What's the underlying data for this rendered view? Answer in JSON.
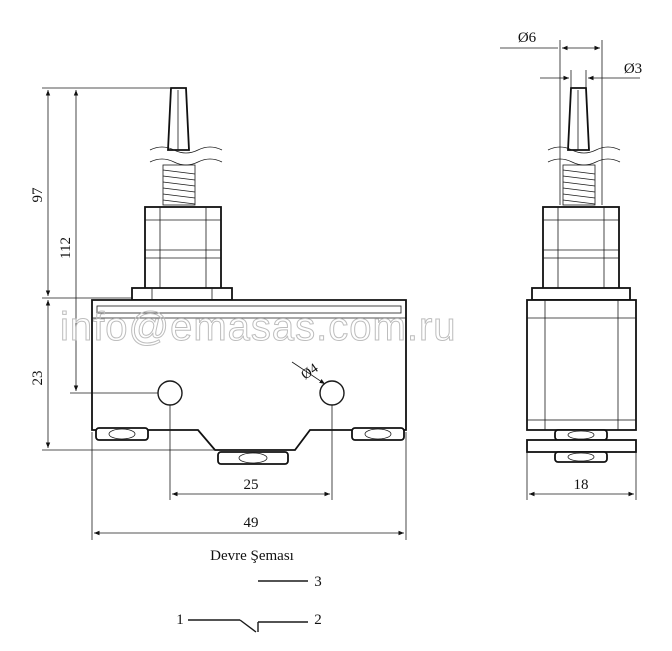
{
  "dimensions": {
    "height_upper": "97",
    "height_total": "112",
    "height_body": "23",
    "hole_spacing": "25",
    "body_width": "49",
    "side_width": "18",
    "plunger_dia": "Ø6",
    "tip_dia": "Ø3",
    "hole_dia": "Ø4"
  },
  "watermark": "info@emasas.com.ru",
  "circuit": {
    "title": "Devre Şeması",
    "terminal_1": "1",
    "terminal_2": "2",
    "terminal_3": "3"
  }
}
